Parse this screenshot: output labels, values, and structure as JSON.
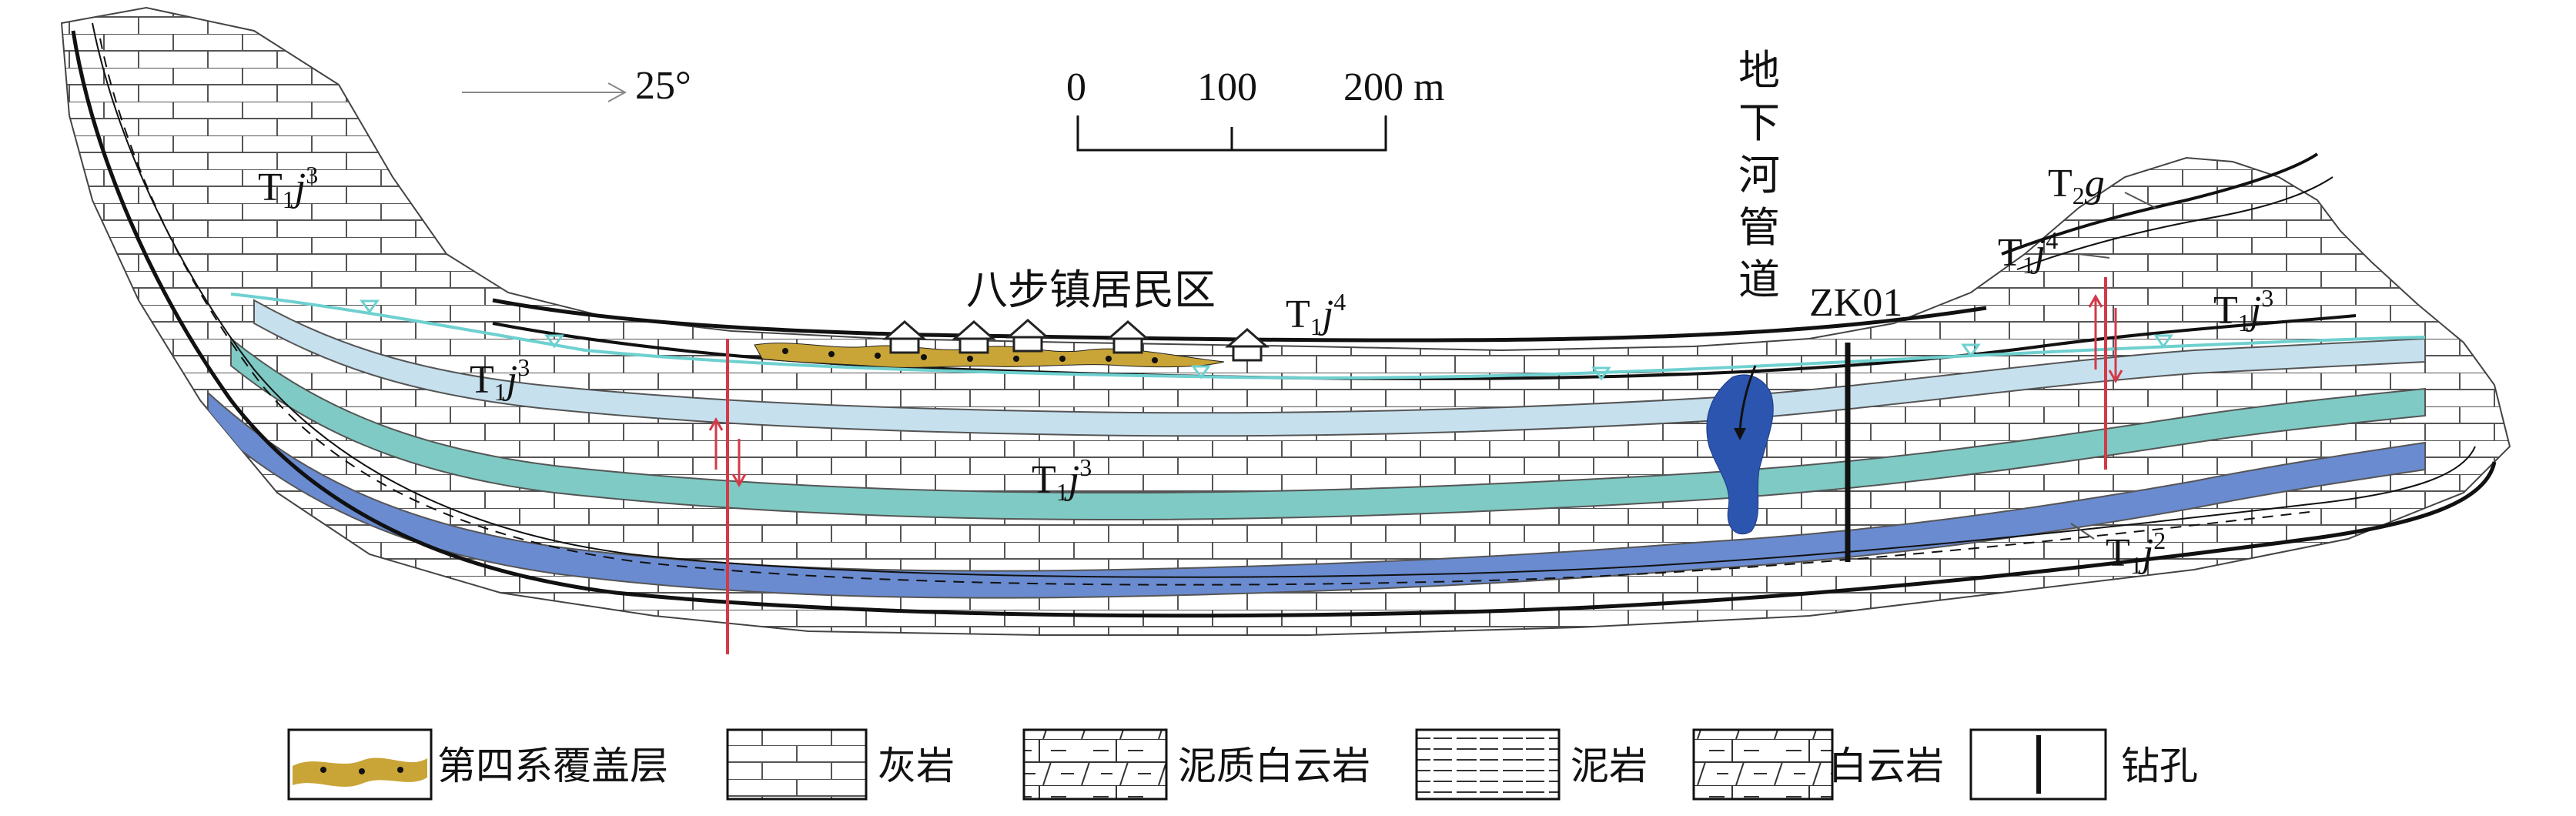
{
  "orientation": {
    "arrow_label": "25°"
  },
  "scale_bar": {
    "ticks": [
      "0",
      "100",
      "200 m"
    ]
  },
  "labels": {
    "village": "八步镇居民区",
    "underground_river": [
      "地",
      "下",
      "河",
      "管",
      "道"
    ],
    "borehole": "ZK01"
  },
  "strata_labels": [
    {
      "id": "t1j3-upper-left",
      "base": "T",
      "sub": "1",
      "italic": "j",
      "sup": "3"
    },
    {
      "id": "t1j3-left",
      "base": "T",
      "sub": "1",
      "italic": "j",
      "sup": "3"
    },
    {
      "id": "t1j4-center",
      "base": "T",
      "sub": "1",
      "italic": "j",
      "sup": "4"
    },
    {
      "id": "t1j3-center",
      "base": "T",
      "sub": "1",
      "italic": "j",
      "sup": "3"
    },
    {
      "id": "t2g-right",
      "base": "T",
      "sub": "2",
      "italic": "g",
      "sup": ""
    },
    {
      "id": "t1j4-right",
      "base": "T",
      "sub": "1",
      "italic": "j",
      "sup": "4"
    },
    {
      "id": "t1j3-right",
      "base": "T",
      "sub": "1",
      "italic": "j",
      "sup": "3"
    },
    {
      "id": "t1j2-right",
      "base": "T",
      "sub": "1",
      "italic": "j",
      "sup": "2"
    }
  ],
  "legend": [
    {
      "key": "quaternary",
      "label": "第四系覆盖层",
      "icon": "quaternary-cover-icon"
    },
    {
      "key": "limestone",
      "label": "灰岩",
      "icon": "limestone-icon"
    },
    {
      "key": "argillaceous-dolomite",
      "label": "泥质白云岩",
      "icon": "argillaceous-dolomite-icon"
    },
    {
      "key": "mudstone",
      "label": "泥岩",
      "icon": "mudstone-icon"
    },
    {
      "key": "dolomite",
      "label": "白云岩",
      "icon": "dolomite-icon"
    },
    {
      "key": "borehole",
      "label": "钻孔",
      "icon": "borehole-icon"
    }
  ],
  "colors": {
    "aquifer_light": "#c6e0ee",
    "aquifer_teal": "#7fcac4",
    "aquifer_blue": "#6a8bd0",
    "river": "#2c55b0",
    "quaternary": "#c9a436",
    "fault": "#d23a48",
    "water_table": "#6fd0d0"
  }
}
